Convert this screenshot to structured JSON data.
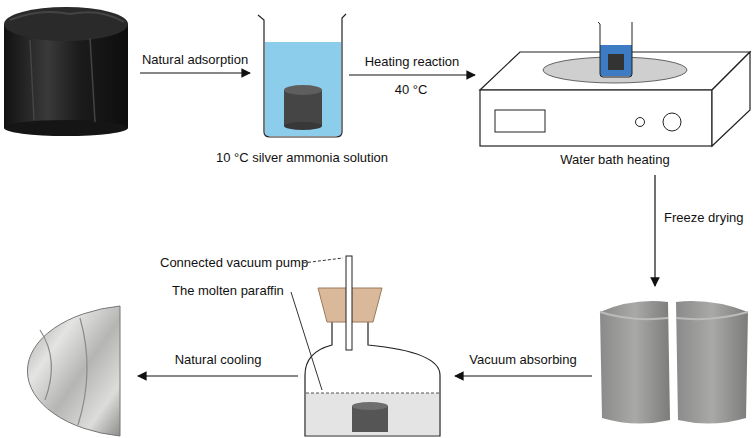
{
  "diagram": {
    "nodes": [
      {
        "text": [
          "10 °C silver ammonia solution"
        ]
      },
      {
        "text": [
          "Water bath heating"
        ]
      }
    ],
    "edges": [
      {
        "from": 0,
        "to": 1,
        "arrow": "to",
        "label": "Heating reaction"
      }
    ],
    "labels": [
      "Natural adsorption",
      "40 °C",
      "Freeze drying",
      "Connected vacuum pump",
      "The molten paraffin",
      "Vacuum absorbing",
      "Natural cooling"
    ]
  }
}
